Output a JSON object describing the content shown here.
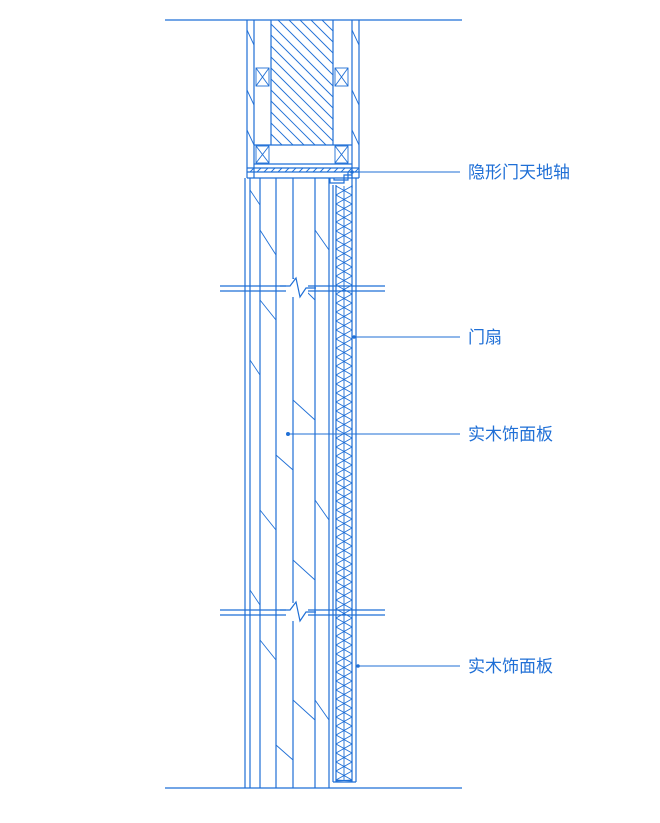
{
  "colors": {
    "line": "#1f6fd6",
    "background": "#ffffff"
  },
  "labels": {
    "top_pivot": "隐形门天地轴",
    "door_leaf": "门扇",
    "panel_1": "实木饰面板",
    "panel_2": "实木饰面板"
  }
}
